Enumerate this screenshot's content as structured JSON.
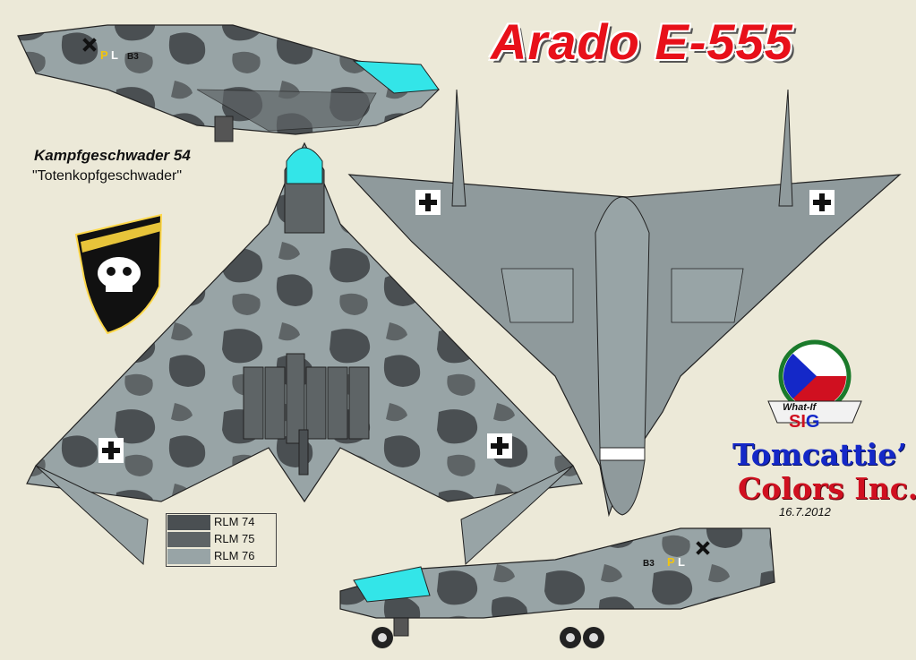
{
  "title": "Arado E-555",
  "unit": {
    "name": "Kampfgeschwader 54",
    "nickname": "\"Totenkopfgeschwader\""
  },
  "legend": [
    {
      "label": "RLM 74",
      "color": "#4a4f52"
    },
    {
      "label": "RLM 75",
      "color": "#5e6466"
    },
    {
      "label": "RLM 76",
      "color": "#98a4a6"
    }
  ],
  "codes": {
    "letters": "PL",
    "suffix": "B3"
  },
  "logo": {
    "what_if": "What-If",
    "sig_s": "S",
    "sig_i": "I",
    "sig_g": "G"
  },
  "credit": {
    "line1": "Tomcattie’ s",
    "line2": "Colors Inc.",
    "date": "16.7.2012"
  },
  "colors": {
    "background": "#ece9d8",
    "camo_dark": "#4a4f52",
    "camo_mid": "#5e6466",
    "camo_light": "#98a4a6",
    "side_grey": "#8f9a9c",
    "canopy": "#33e5e8",
    "title_red": "#e8101a"
  }
}
